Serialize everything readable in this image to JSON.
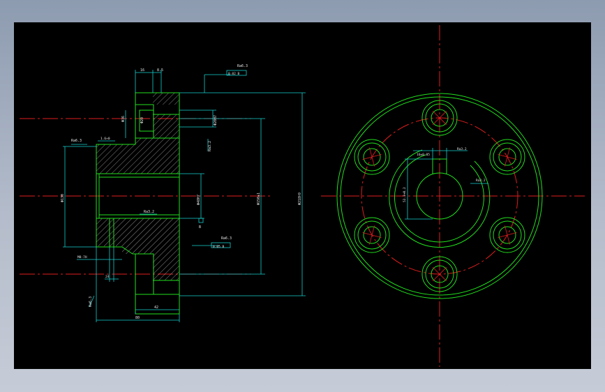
{
  "colors": {
    "background": "#000000",
    "centerline": "#e01e1e",
    "outline": "#22e01e",
    "dimension": "#16cfcf",
    "text": "#e6e6e6",
    "tolerance_box": "#4ab0e6"
  },
  "left_view": {
    "top_width_1": "16",
    "top_width_2": "8.5",
    "roughness_top": "Ra6.3",
    "tolerance_top": "0.02 B",
    "height_small": "Φ36",
    "height_inner": "Φ20",
    "roughness_left": "Ra6.3",
    "chamfer": "1.6×0",
    "height_outer_left": "Φ130",
    "dim_r_1": "Φ20H7",
    "roughness_mid_1": "Ra3.2",
    "bore": "Φ48H7",
    "datum": "B",
    "pitch_circle": "Φ150±1",
    "outer_dia": "Φ218h9",
    "roughness_mid_2": "Ra3.2",
    "roughness_right": "Ra6.3",
    "tolerance_bottom": "0.05 B",
    "thread": "M8-7H",
    "small_len": "24",
    "roughness_bottom": "Ra6.3",
    "width_inner": "42",
    "width_total": "80"
  },
  "right_view": {
    "keyway_width": "16±0.05",
    "keyway_depth": "52.3+0.2",
    "roughness_keyway_1": "Ra3.2",
    "roughness_keyway_2": "Ra3.2"
  }
}
